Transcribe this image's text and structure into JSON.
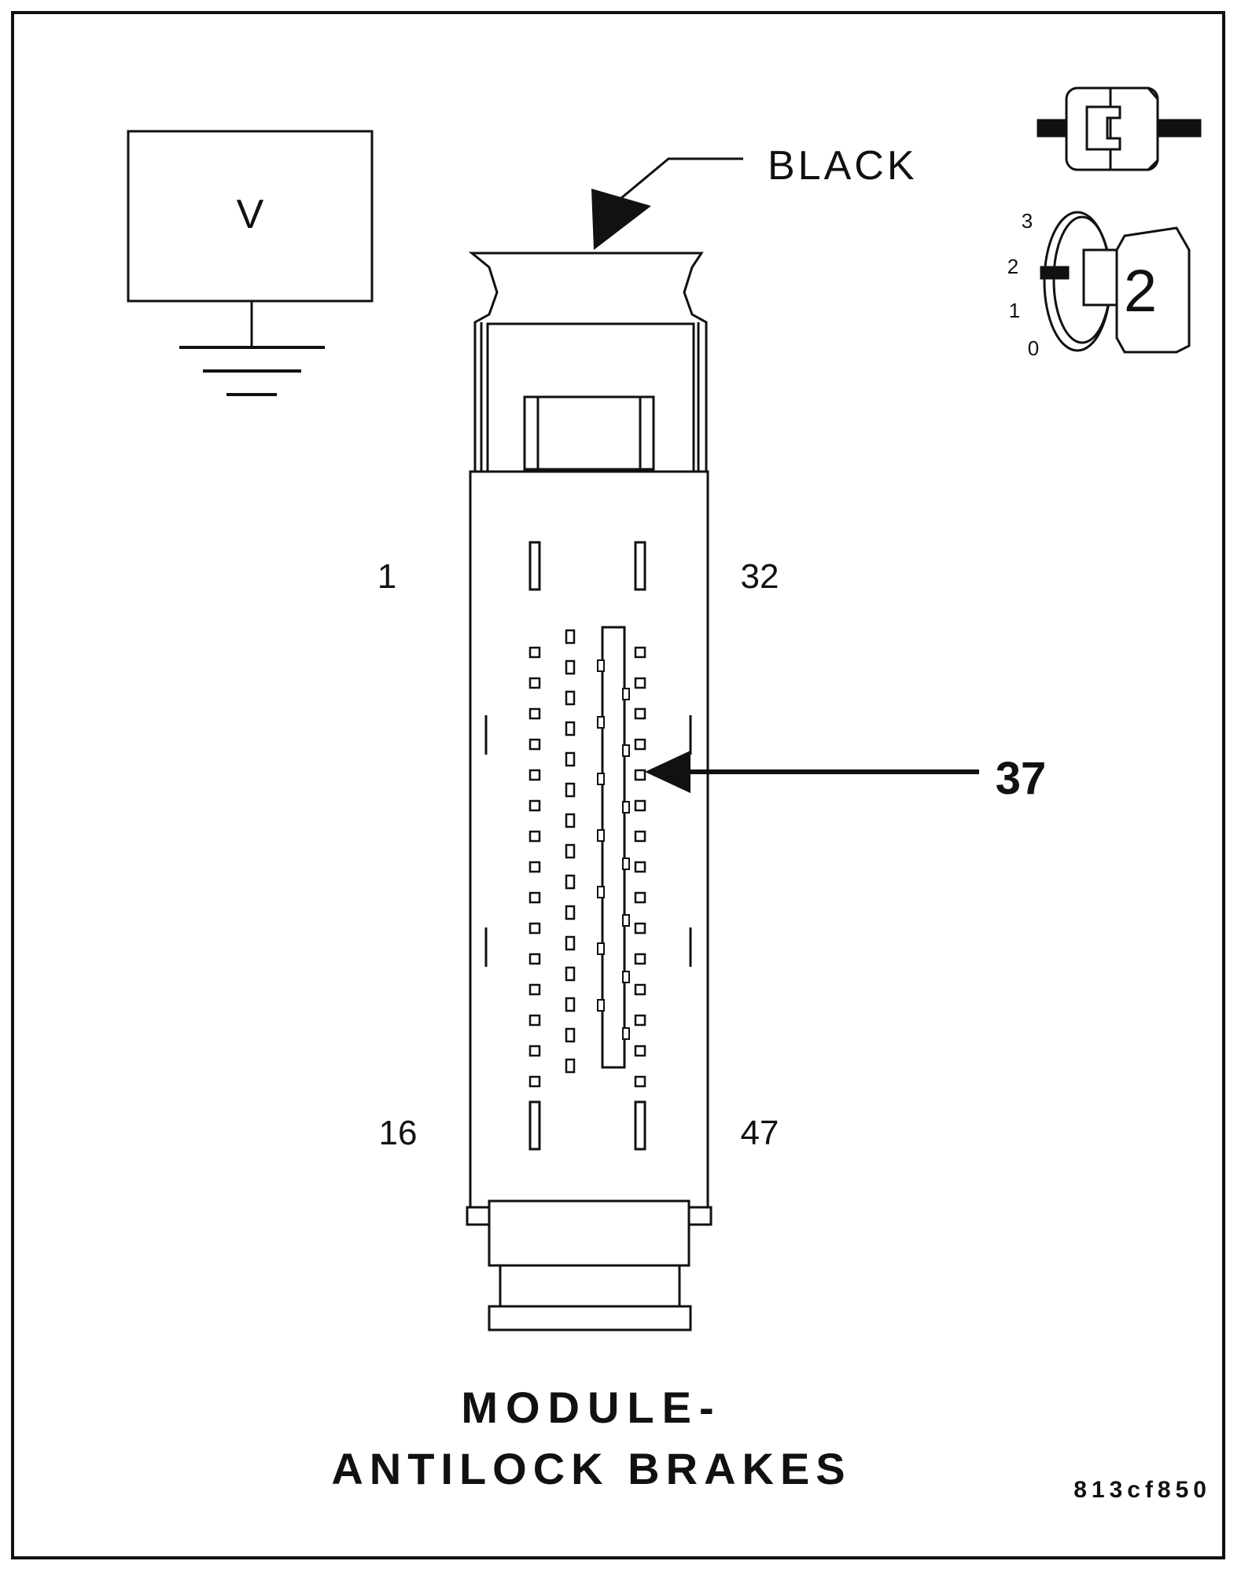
{
  "meter": {
    "label": "V"
  },
  "connector": {
    "color_label": "BLACK",
    "name_line1": "MODULE-",
    "name_line2": "ANTILOCK BRAKES"
  },
  "pins": {
    "top_left": "1",
    "top_right": "32",
    "bottom_left": "16",
    "bottom_right": "47",
    "callout": "37"
  },
  "ignition": {
    "positions": [
      "3",
      "2",
      "1",
      "0"
    ],
    "key_position": "2"
  },
  "figure_id": "813cf850"
}
